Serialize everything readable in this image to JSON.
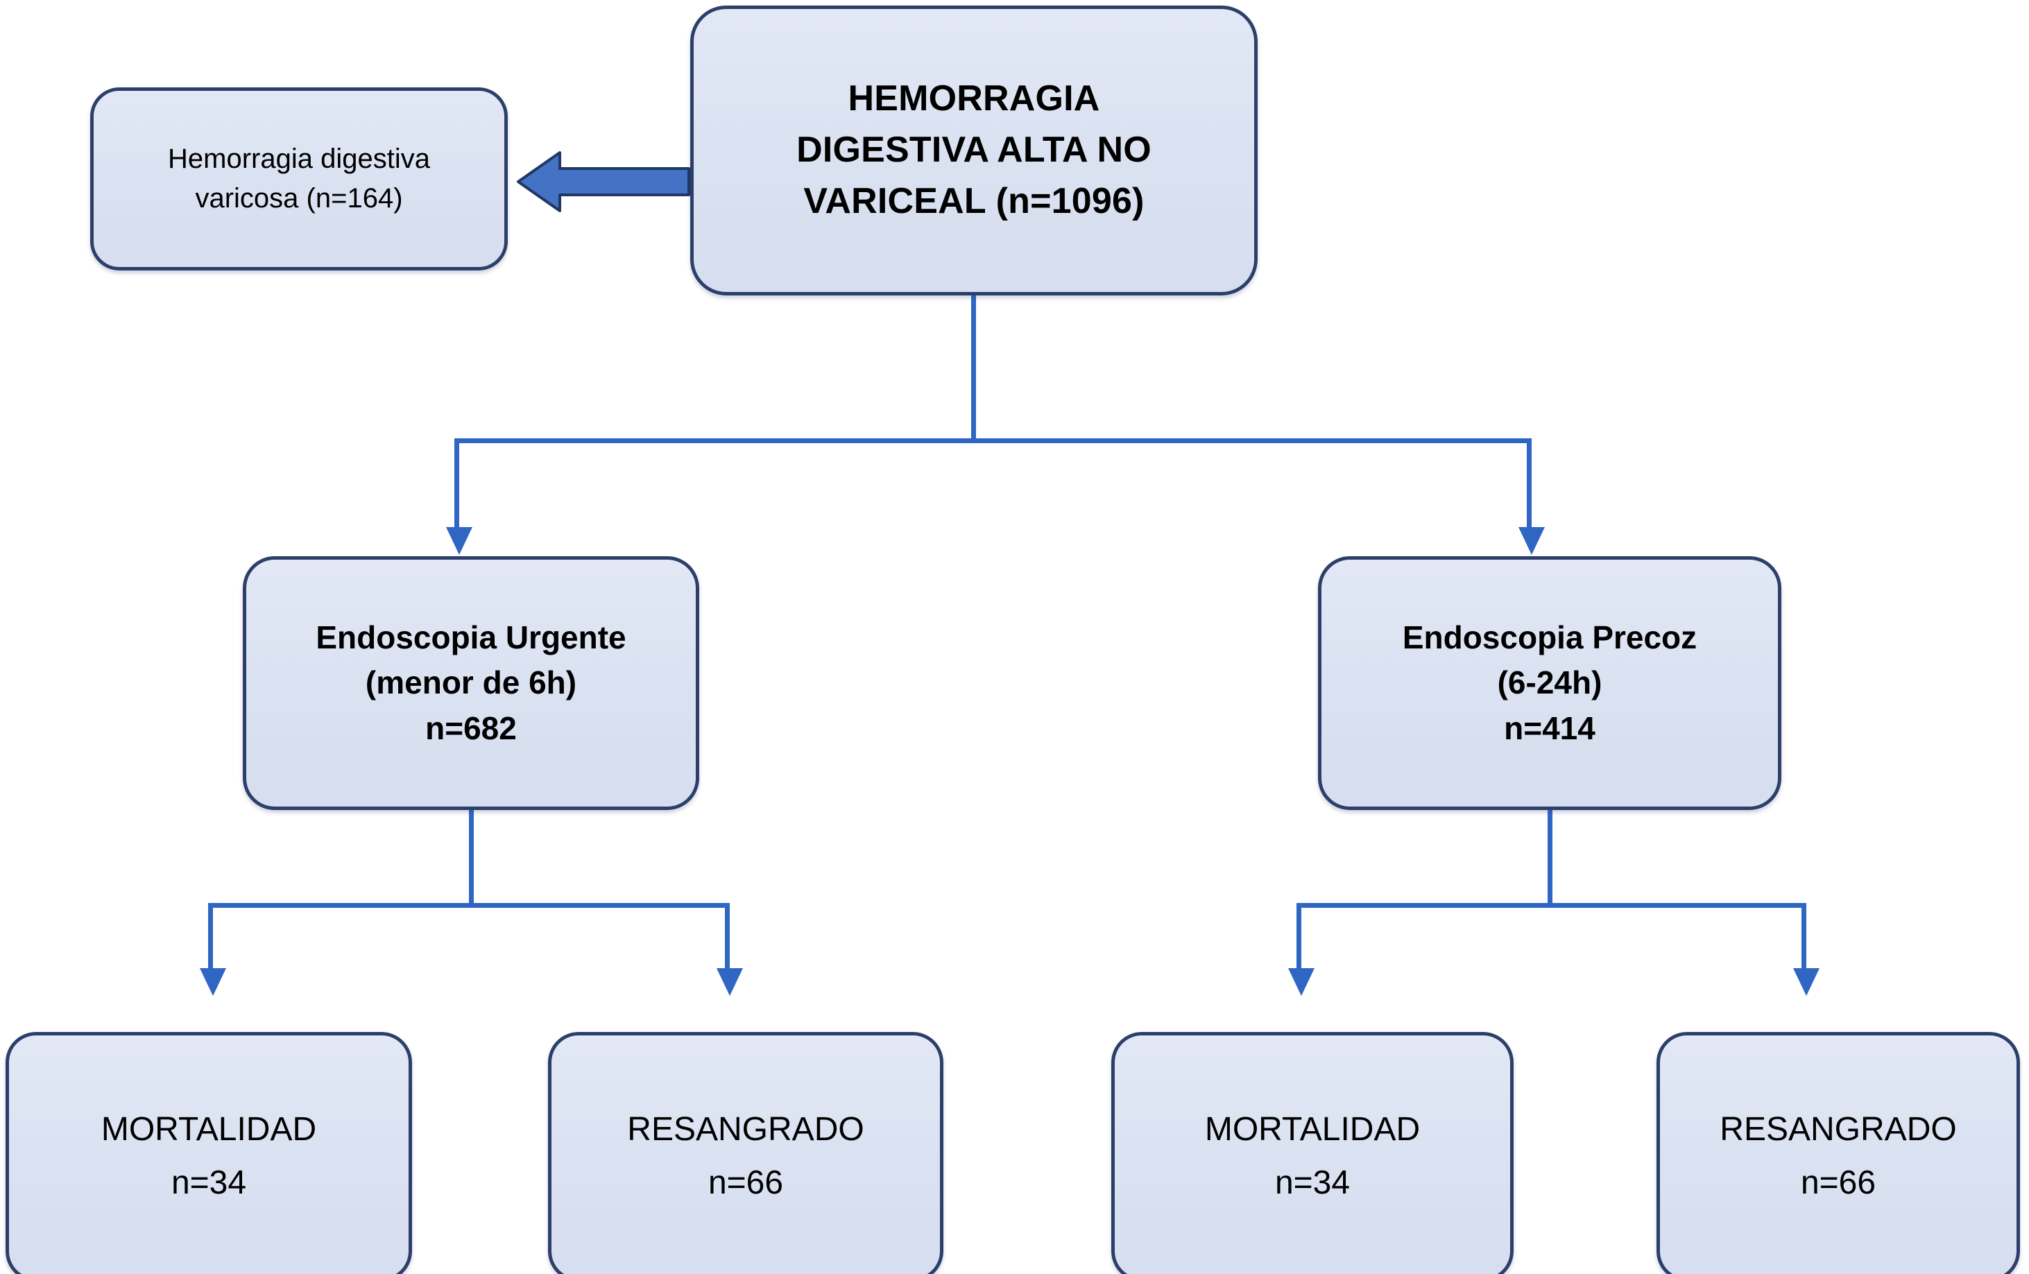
{
  "diagram": {
    "title_text": "HEMORRAGIA DIGESTIVA ALTA NO VARICEAL (n=1096)",
    "colors": {
      "node_fill": "#dbe2f1",
      "node_border": "#2c3f6b",
      "connector": "#2f66c4",
      "block_arrow_fill": "#4472c4",
      "block_arrow_border": "#1f3864",
      "text": "#000000",
      "background": "#ffffff"
    },
    "nodes": {
      "root": {
        "line1": "HEMORRAGIA",
        "line2": "DIGESTIVA ALTA NO",
        "line3": "VARICEAL (n=1096)"
      },
      "excluded": {
        "line1": "Hemorragia digestiva",
        "line2": "varicosa  (n=164)",
        "n": 164
      },
      "branch_left": {
        "line1": "Endoscopia Urgente",
        "line2": "(menor de 6h)",
        "line3": "n=682",
        "n": 682
      },
      "branch_right": {
        "line1": "Endoscopia Precoz",
        "line2": "(6-24h)",
        "line3": "n=414",
        "n": 414
      },
      "outcomes": [
        {
          "label": "MORTALIDAD",
          "count": "n=34",
          "n": 34
        },
        {
          "label": "RESANGRADO",
          "count": "n=66",
          "n": 66
        },
        {
          "label": "MORTALIDAD",
          "count": "n=34",
          "n": 34
        },
        {
          "label": "RESANGRADO",
          "count": "n=66",
          "n": 66
        }
      ]
    }
  }
}
